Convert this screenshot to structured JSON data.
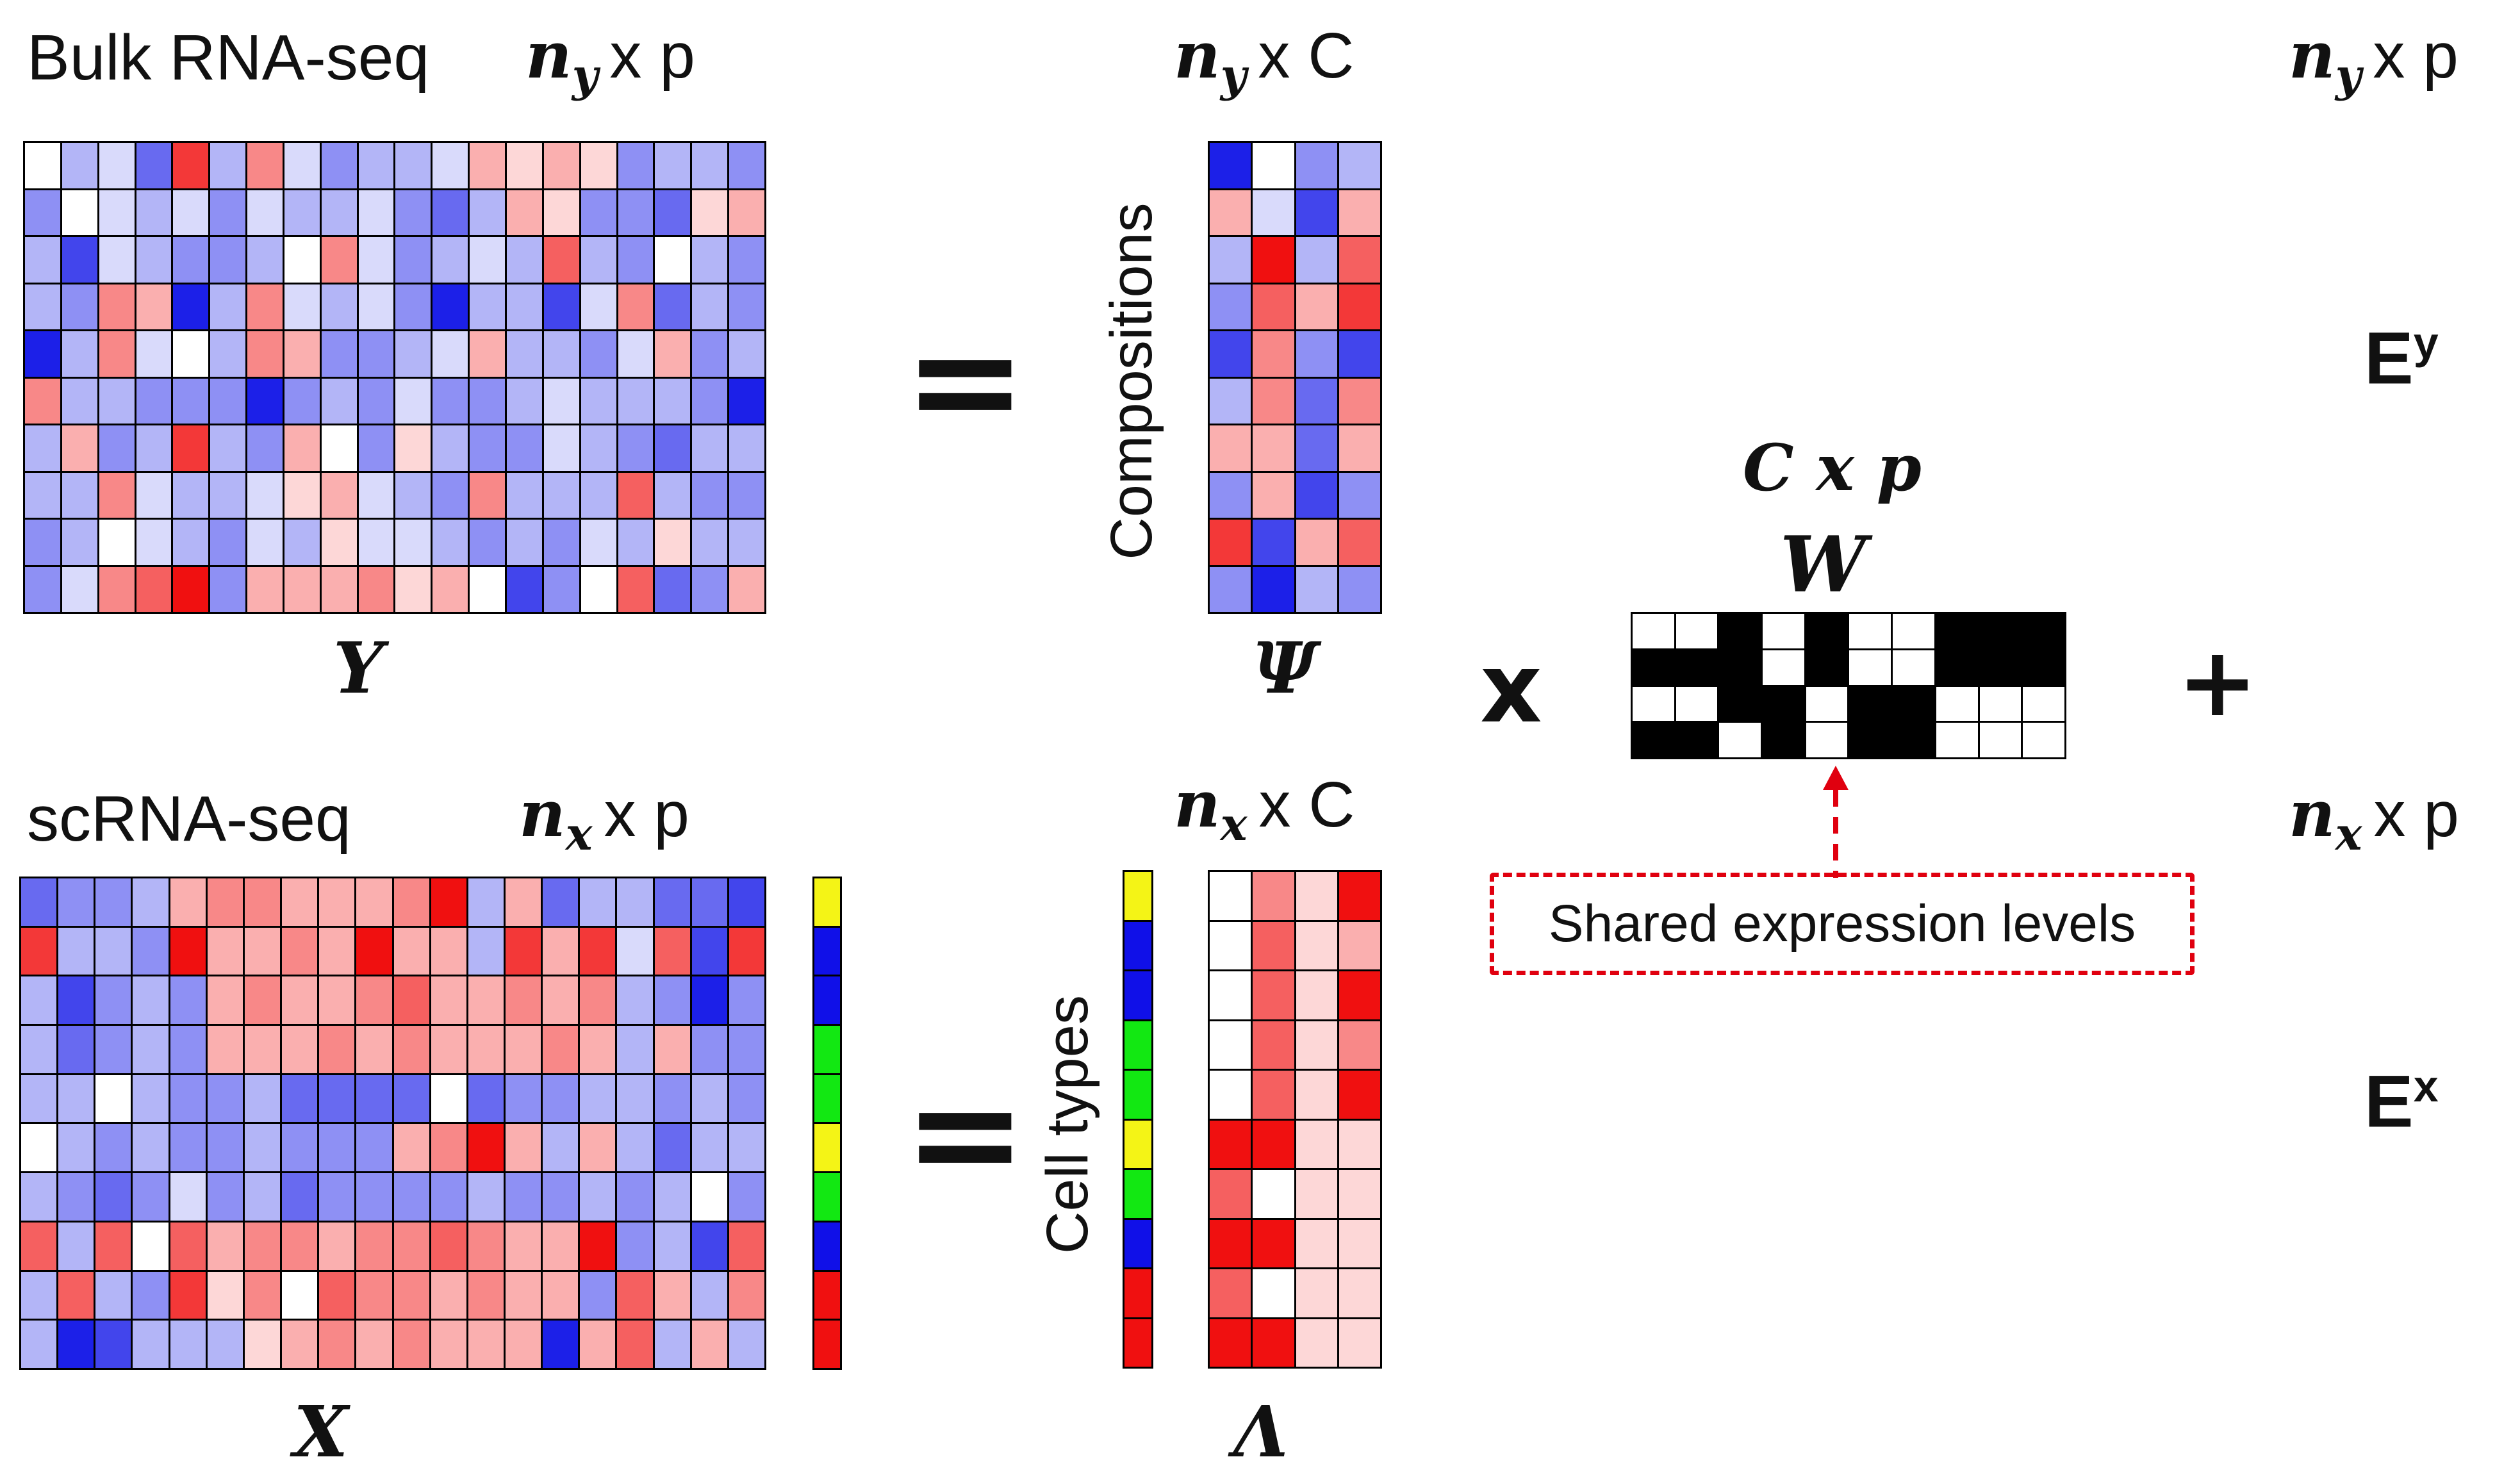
{
  "colors": {
    "accent_red": "#e0000f",
    "blue": "#1f24e8",
    "red": "#f01010"
  },
  "labels": {
    "bulk_title": "Bulk RNA-seq",
    "sc_title": "scRNA-seq",
    "compositions": "Compositions",
    "cell_types": "Cell types",
    "callout": "Shared expression levels"
  },
  "dims": {
    "Y_n": "n",
    "Y_sub": "y",
    "Y_rest": "x p",
    "Psi_n": "n",
    "Psi_sub": "y",
    "Psi_rest": "x C",
    "Ey_n": "n",
    "Ey_sub": "y",
    "Ey_rest": "x p",
    "X_n": "n",
    "X_sub": "x",
    "X_rest": "x p",
    "Lam_n": "n",
    "Lam_sub": "x",
    "Lam_rest": "x C",
    "Ex_n": "n",
    "Ex_sub": "x",
    "Ex_rest": "x p",
    "W_dim": "C x p"
  },
  "symbols": {
    "Y": "Y",
    "Psi": "Ψ",
    "X": "X",
    "Lambda": "Λ",
    "W": "W",
    "Ey_base": "E",
    "Ey_sup": "y",
    "Ex_base": "E",
    "Ex_sup": "x"
  },
  "operators": {
    "equals_top": "=",
    "equals_bottom": "=",
    "times": "x",
    "plus": "+"
  },
  "matrices": {
    "Y": [
      "+0 -2 -1 -4 +5 -2 +3 -1 -3 -2 -2 -1 +2 +1 +2 +1 -3 -2 -2 -3",
      "-3 +0 -1 -2 -1 -3 -1 -2 -2 -1 -3 -4 -2 +2 +1 -3 -3 -4 +1 +2",
      "-2 -5 -1 -2 -3 -3 -2 +0 +3 -1 -3 -2 -1 -2 +4 -2 -3 +0 -2 -3",
      "-2 -3 +3 +2 -6 -2 +3 -1 -2 -1 -3 -6 -2 -2 -5 -1 +3 -4 -2 -3",
      "-6 -2 +3 -1 +0 -2 +3 +2 -3 -3 -2 -1 +2 -2 -2 -3 -1 +2 -3 -2",
      "+3 -2 -2 -3 -3 -3 -6 -3 -2 -3 -1 -3 -3 -2 -1 -2 -2 -2 -3 -6",
      "-2 +2 -3 -2 +5 -2 -3 +2 +0 -3 +1 -2 -3 -3 -1 -2 -3 -4 -2 -2",
      "-2 -2 +3 -1 -2 -2 -1 +1 +2 -1 -2 -3 +3 -2 -2 -2 +4 -2 -3 -3",
      "-3 -2 +0 -1 -2 -3 -1 -2 +1 -1 -1 -2 -3 -2 -3 -1 -2 +1 -2 -2",
      "-3 -1 +3 +4 +6 -3 +2 +2 +2 +3 +1 +2 +0 -5 -3 +0 +4 -4 -3 +2"
    ],
    "Psi": [
      "-6 +0 -3 -2",
      "+2 -1 -5 +2",
      "-2 +6 -2 +4",
      "-3 +4 +2 +5",
      "-5 +3 -3 -5",
      "-2 +3 -4 +3",
      "+2 +2 -4 +2",
      "-3 +2 -5 -3",
      "+5 -5 +2 +4",
      "-3 -6 -2 -3"
    ],
    "X": [
      "-4 -3 -3 -2 +2 +3 +3 +2 +2 +2 +3 +6 -2 +2 -4 -2 -2 -4 -4 -5",
      "+5 -2 -2 -3 +6 +2 +2 +3 +2 +6 +2 +2 -2 +5 +2 +5 -1 +4 -5 +5",
      "-2 -5 -3 -2 -3 +2 +3 +2 +2 +3 +4 +2 +2 +3 +2 +3 -2 -3 -6 -3",
      "-2 -4 -3 -2 -3 +2 +2 +2 +3 +2 +3 +2 +2 +2 +3 +2 -2 +2 -3 -3",
      "-2 -2 +0 -2 -3 -3 -2 -4 -4 -4 -4 +0 -4 -3 -3 -2 -2 -3 -2 -3",
      "+0 -2 -3 -2 -3 -3 -2 -3 -3 -3 +2 +3 +6 +2 -2 +2 -2 -4 -2 -2",
      "-2 -3 -4 -3 -1 -3 -2 -4 -3 -3 -3 -3 -2 -3 -3 -2 -3 -2 +0 -3",
      "+4 -2 +4 +0 +4 +2 +3 +3 +2 +3 +3 +4 +3 +2 +2 +6 -3 -2 -5 +4",
      "-2 +4 -2 -3 +5 +1 +3 +0 +4 +3 +3 +2 +3 +2 +2 -3 +4 +2 -2 +3",
      "-2 -6 -5 -2 -2 -2 +1 +2 +3 +2 +3 +2 +2 +2 -6 +2 +4 -2 +2 -2"
    ],
    "Lambda": [
      "+0 +3 +1 +6",
      "+0 +4 +1 +2",
      "+0 +4 +1 +6",
      "+0 +4 +1 +3",
      "+0 +4 +1 +6",
      "+6 +6 +1 +1",
      "+4 +0 +1 +1",
      "+6 +6 +1 +1",
      "+4 +0 +1 +1",
      "+6 +6 +1 +1"
    ],
    "W": [
      "0 0 1 0 1 0 0 1 1 1",
      "1 1 1 0 1 0 0 1 1 1",
      "0 0 1 1 0 1 1 0 0 0",
      "1 1 0 1 0 1 1 0 0 0"
    ],
    "types_X": [
      "yellow",
      "blue",
      "blue",
      "green",
      "green",
      "yellow",
      "green",
      "blue",
      "red",
      "red"
    ],
    "types_L": [
      "yellow",
      "blue",
      "blue",
      "green",
      "green",
      "yellow",
      "green",
      "blue",
      "red",
      "red"
    ],
    "type_colors": {
      "yellow": "#f4f416",
      "blue": "#1010e8",
      "green": "#12e812",
      "red": "#f01010"
    }
  }
}
